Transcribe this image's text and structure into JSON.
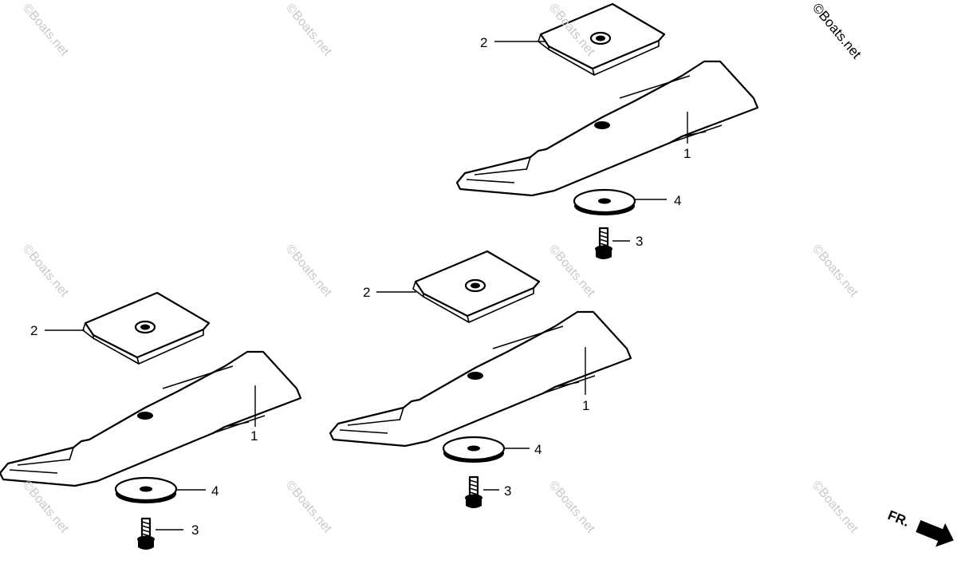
{
  "watermark": {
    "text": "©Boats.net"
  },
  "callouts": {
    "blade": "1",
    "plate": "2",
    "bolt": "3",
    "washer": "4"
  },
  "direction": {
    "label": "FR."
  }
}
